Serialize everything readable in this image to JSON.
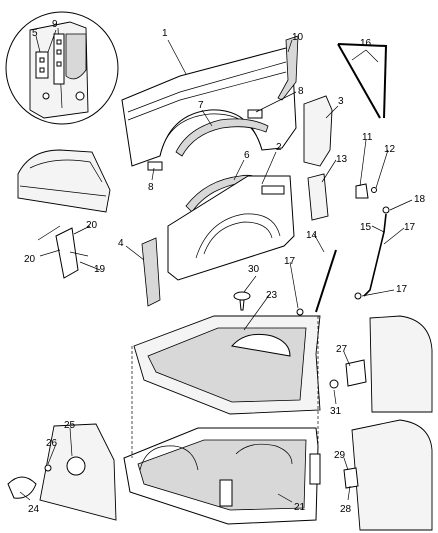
{
  "diagram": {
    "callouts": [
      "1",
      "2",
      "3",
      "4",
      "5",
      "6",
      "7",
      "8",
      "8",
      "9",
      "10",
      "11",
      "12",
      "13",
      "14",
      "15",
      "16",
      "17",
      "17",
      "17",
      "18",
      "19",
      "20",
      "20",
      "21",
      "23",
      "24",
      "25",
      "26",
      "27",
      "28",
      "29",
      "30",
      "31"
    ]
  }
}
